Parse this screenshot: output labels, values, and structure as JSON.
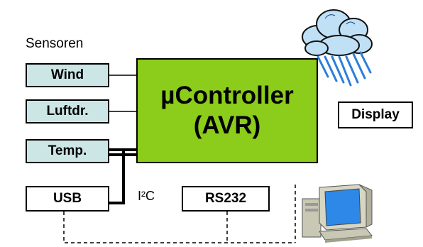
{
  "labels": {
    "sensors_heading": "Sensoren",
    "i2c": "I²C"
  },
  "sensors": [
    "Wind",
    "Luftdr.",
    "Temp."
  ],
  "controller": {
    "line1": "µController",
    "line2": "(AVR)"
  },
  "display": "Display",
  "usb": "USB",
  "rs232": "RS232",
  "icons": {
    "weather": "rain-cloud-icon",
    "computer": "computer-icon"
  },
  "colors": {
    "sensor_fill": "#cce6e6",
    "controller_fill": "#8ccc1a",
    "cloud_fill": "#bfe0f5",
    "rain": "#2b7fd8",
    "monitor": "#c8c8b4",
    "screen": "#2e88e8"
  }
}
